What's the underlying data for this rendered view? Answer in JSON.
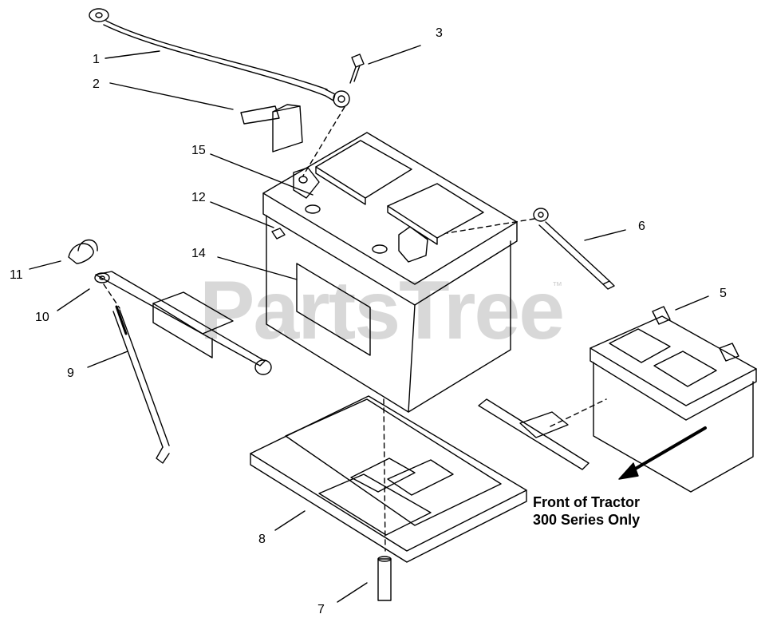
{
  "watermark": {
    "text": "PartsTree",
    "tm": "™"
  },
  "callouts": [
    "1",
    "2",
    "3",
    "15",
    "12",
    "11",
    "10",
    "9",
    "14",
    "6",
    "5",
    "8",
    "7"
  ],
  "caption": {
    "line1": "Front of Tractor",
    "line2": "300 Series Only"
  }
}
